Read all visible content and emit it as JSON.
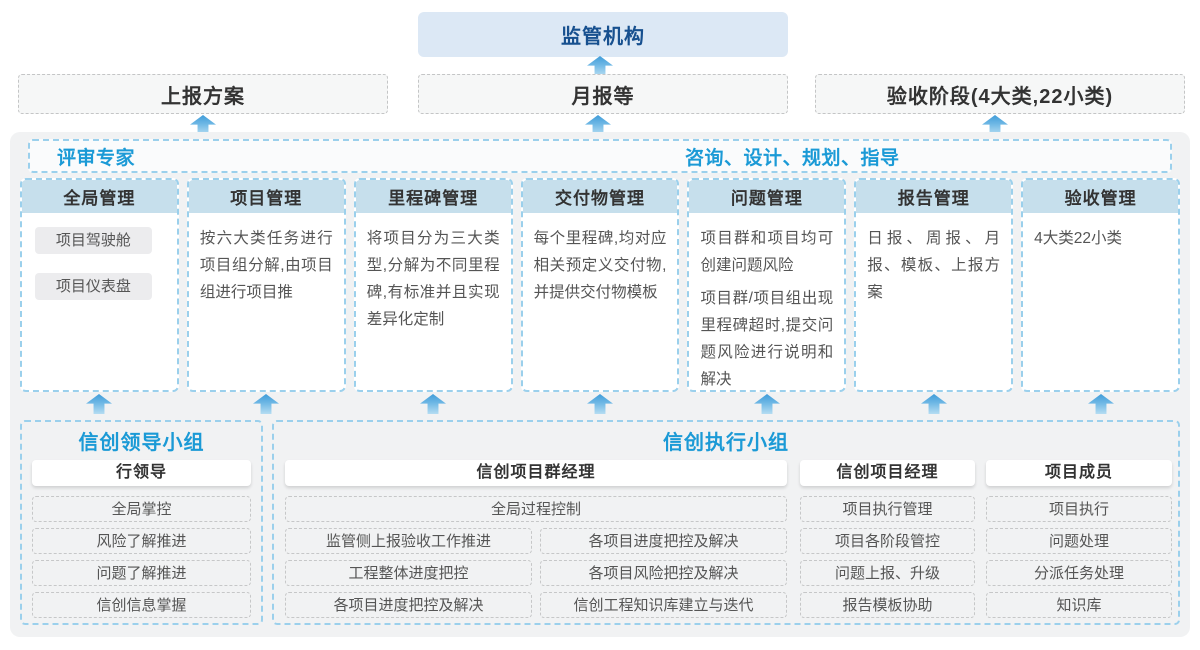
{
  "colors": {
    "navy_title": "#17508f",
    "azure_title": "#1b9ad6",
    "top_box_bg": "#dce8f5",
    "column_header_bg": "#c6dfec",
    "blue_dashed_border": "#9bd0ec",
    "container_bg": "#f1f2f3",
    "arrow_blue": "#3f9cd9"
  },
  "top": {
    "regulator_label": "监管机构"
  },
  "report_row": [
    {
      "label": "上报方案"
    },
    {
      "label": "月报等"
    },
    {
      "label": "验收阶段(4大类,22小类)"
    }
  ],
  "experts_bar": {
    "left_label": "评审专家",
    "right_label": "咨询、设计、规划、指导"
  },
  "columns": [
    {
      "title": "全局管理",
      "chips": [
        "项目驾驶舱",
        "项目仪表盘"
      ]
    },
    {
      "title": "项目管理",
      "text": "按六大类任务进行项目组分解,由项目组进行项目推"
    },
    {
      "title": "里程碑管理",
      "text": "将项目分为三大类型,分解为不同里程碑,有标准并且实现差异化定制"
    },
    {
      "title": "交付物管理",
      "text": "每个里程碑,均对应相关预定义交付物,并提供交付物模板"
    },
    {
      "title": "问题管理",
      "paragraphs": [
        "项目群和项目均可创建问题风险",
        "项目群/项目组出现里程碑超时,提交问题风险进行说明和解决"
      ]
    },
    {
      "title": "报告管理",
      "text": "日报、周报、月报、模板、上报方案"
    },
    {
      "title": "验收管理",
      "text": "4大类22小类"
    }
  ],
  "leader_group": {
    "title": "信创领导小组",
    "role": "行领导",
    "items": [
      "全局掌控",
      "风险了解推进",
      "问题了解推进",
      "信创信息掌握"
    ]
  },
  "exec_group": {
    "title": "信创执行小组",
    "program_manager": {
      "role": "信创项目群经理",
      "full_width_item": "全局过程控制",
      "left_items": [
        "监管侧上报验收工作推进",
        "工程整体进度把控",
        "各项目进度把控及解决"
      ],
      "right_items": [
        "各项目进度把控及解决",
        "各项目风险把控及解决",
        "信创工程知识库建立与迭代"
      ]
    },
    "project_manager": {
      "role": "信创项目经理",
      "items": [
        "项目执行管理",
        "项目各阶段管控",
        "问题上报、升级",
        "报告模板协助"
      ]
    },
    "member": {
      "role": "项目成员",
      "items": [
        "项目执行",
        "问题处理",
        "分派任务处理",
        "知识库"
      ]
    }
  }
}
